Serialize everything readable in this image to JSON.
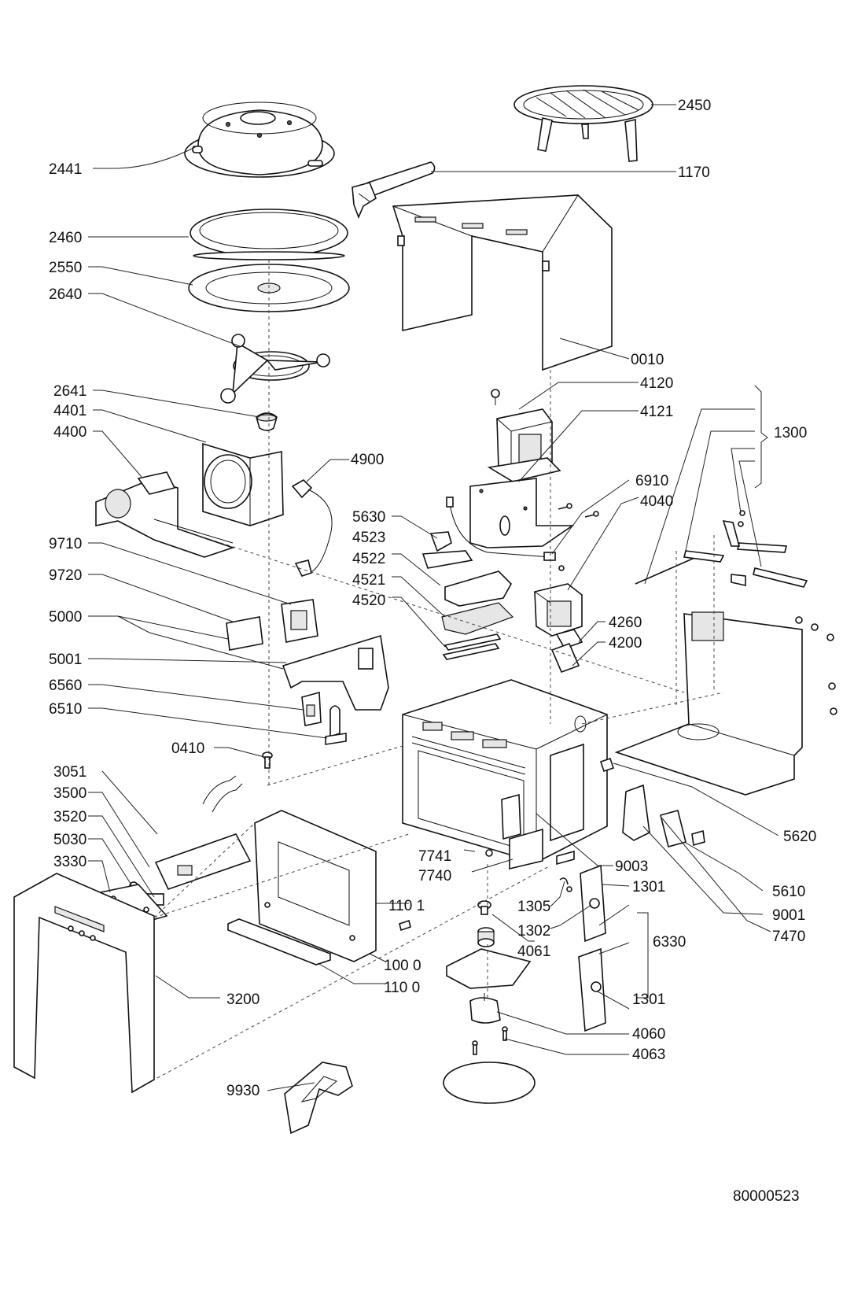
{
  "labels": {
    "l2450": "2450",
    "l2441": "2441",
    "l1170": "1170",
    "l2460": "2460",
    "l2550": "2550",
    "l2640": "2640",
    "l0010": "0010",
    "l2641": "2641",
    "l4120": "4120",
    "l4401": "4401",
    "l4121": "4121",
    "l1300": "1300",
    "l4400": "4400",
    "l4900": "4900",
    "l6910": "6910",
    "l4040": "4040",
    "l5630": "5630",
    "l4523": "4523",
    "l9710": "9710",
    "l4522": "4522",
    "l4521": "4521",
    "l9720": "9720",
    "l4520": "4520",
    "l4260": "4260",
    "l5000": "5000",
    "l4200": "4200",
    "l5001": "5001",
    "l6560": "6560",
    "l6510": "6510",
    "l0410": "0410",
    "l3051": "3051",
    "l3500": "3500",
    "l3520": "3520",
    "l5620": "5620",
    "l5030": "5030",
    "l3330": "3330",
    "l9003": "9003",
    "l7741": "7741",
    "l7740": "7740",
    "l1305": "1305",
    "l1301a": "1301",
    "l5610": "5610",
    "l1101": "110 1",
    "l1302": "1302",
    "l9001": "9001",
    "l4061": "4061",
    "l7470": "7470",
    "l6330": "6330",
    "l1000": "100 0",
    "l1100": "110 0",
    "l3200": "3200",
    "l1301b": "1301",
    "l4060": "4060",
    "l4063": "4063",
    "l9930": "9930"
  },
  "drawing_number": "80000523"
}
